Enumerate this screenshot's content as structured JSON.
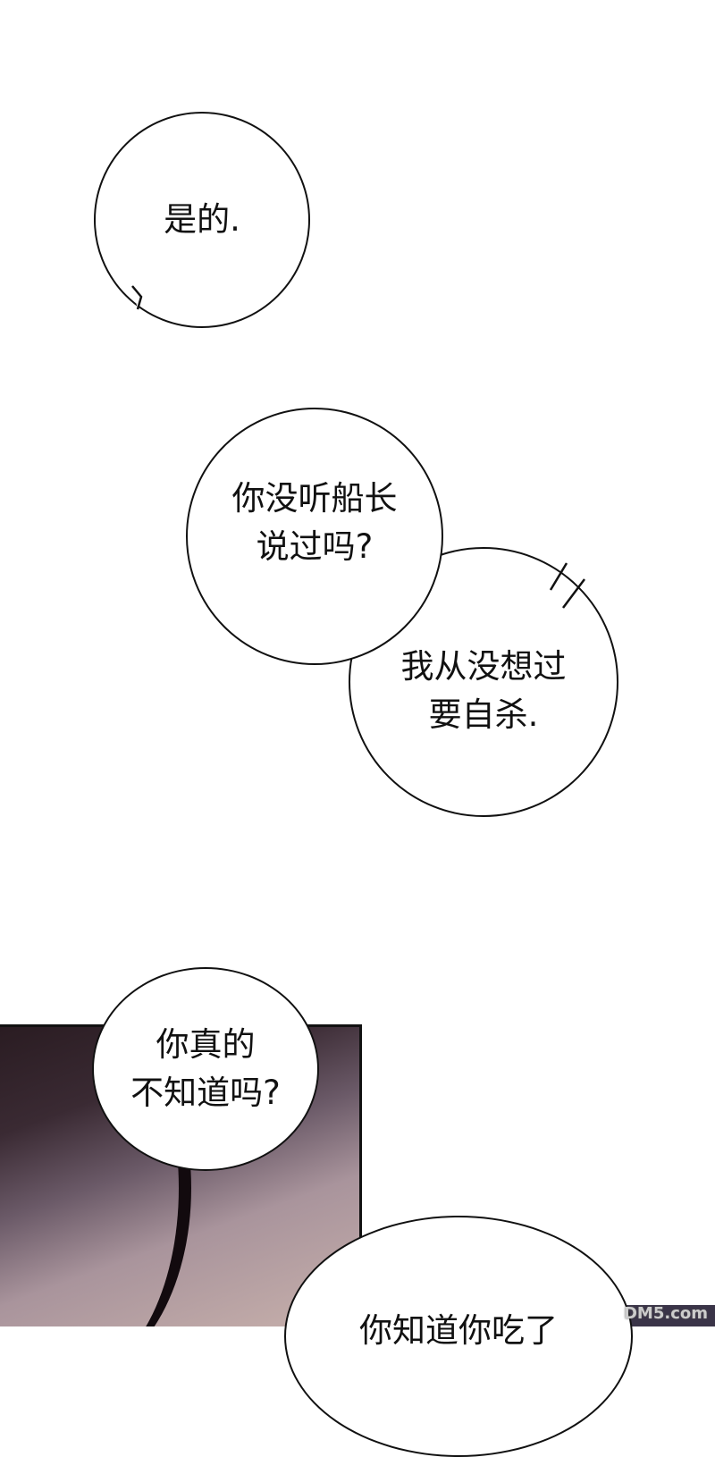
{
  "bubbles": [
    {
      "text": "是的."
    },
    {
      "line1": "你没听船长",
      "line2": "说过吗?"
    },
    {
      "line1": "我从没想过",
      "line2": "要自杀."
    },
    {
      "line1": "你真的",
      "line2": "不知道吗?"
    },
    {
      "text": "你知道你吃了"
    }
  ],
  "watermark": "DM5.com"
}
